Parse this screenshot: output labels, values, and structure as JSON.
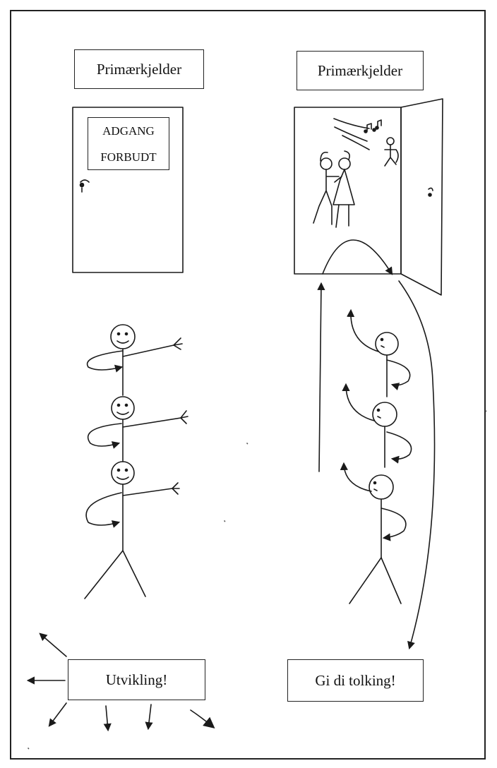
{
  "labels": {
    "left_top": "Primærkjelder",
    "right_top": "Primærkjelder",
    "left_bottom": "Utvikling!",
    "right_bottom": "Gi di tolking!"
  },
  "door_sign": {
    "line1": "ADGANG",
    "line2": "FORBUDT"
  }
}
